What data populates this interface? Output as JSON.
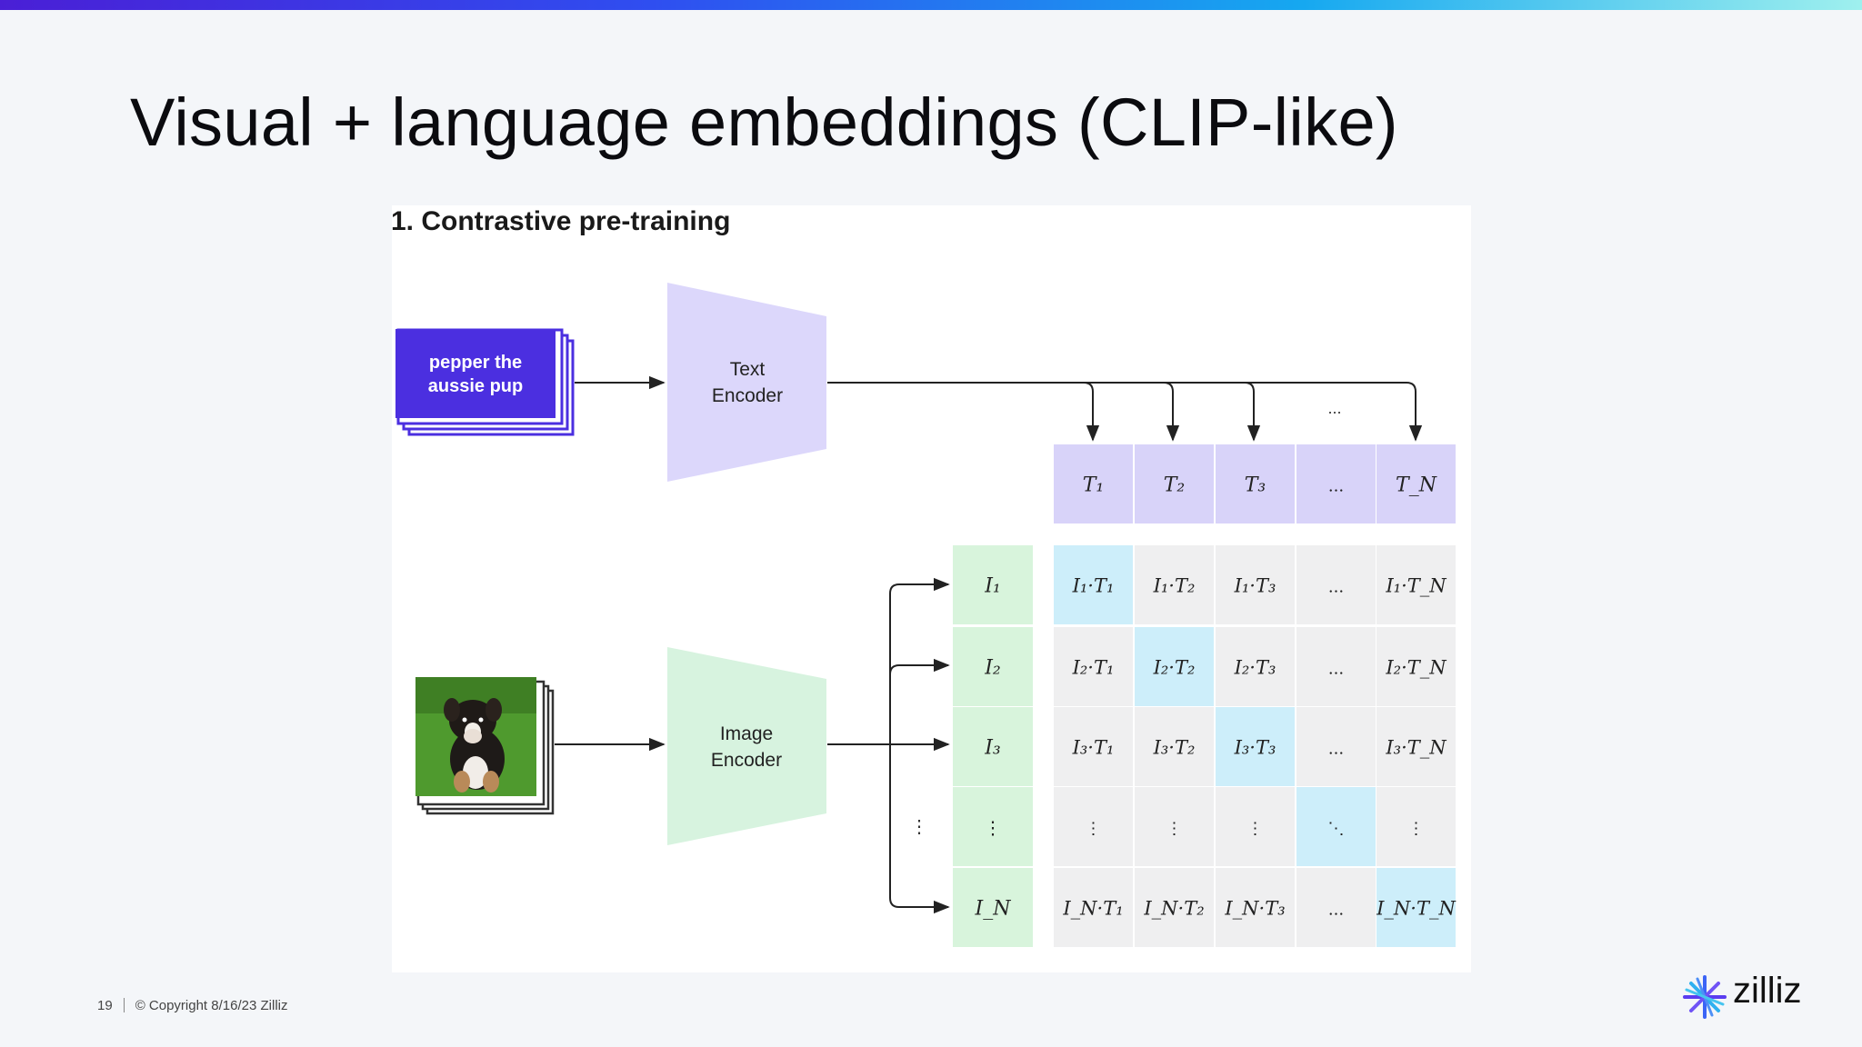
{
  "slide": {
    "title": "Visual + language embeddings (CLIP-like)",
    "page_number": "19",
    "copyright": "© Copyright  8/16/23  Zilliz",
    "logo_text": "zilliz"
  },
  "diagram": {
    "subtitle": "1. Contrastive pre-training",
    "text_input": [
      "pepper the",
      "aussie pup"
    ],
    "text_encoder": [
      "Text",
      "Encoder"
    ],
    "image_encoder": [
      "Image",
      "Encoder"
    ],
    "image_icon": "puppy-photo",
    "ellipsis": "...",
    "vdots": "⋮",
    "ddots": "⋱",
    "text_embeddings": [
      "T₁",
      "T₂",
      "T₃",
      "...",
      "T_N"
    ],
    "image_embeddings": [
      "I₁",
      "I₂",
      "I₃",
      "⋮",
      "I_N"
    ],
    "matrix": [
      [
        "I₁·T₁",
        "I₁·T₂",
        "I₁·T₃",
        "...",
        "I₁·T_N"
      ],
      [
        "I₂·T₁",
        "I₂·T₂",
        "I₂·T₃",
        "...",
        "I₂·T_N"
      ],
      [
        "I₃·T₁",
        "I₃·T₂",
        "I₃·T₃",
        "...",
        "I₃·T_N"
      ],
      [
        "⋮",
        "⋮",
        "⋮",
        "⋱",
        "⋮"
      ],
      [
        "I_N·T₁",
        "I_N·T₂",
        "I_N·T₃",
        "...",
        "I_N·T_N"
      ]
    ],
    "colors": {
      "text_input": "#4b2fe0",
      "text_encoder": "#dcd7fb",
      "text_cell": "#d8d3f9",
      "image_encoder": "#d7f3df",
      "image_cell": "#d8f4dc",
      "diag_cell": "#cdeefa",
      "cell": "#efeff0"
    }
  }
}
